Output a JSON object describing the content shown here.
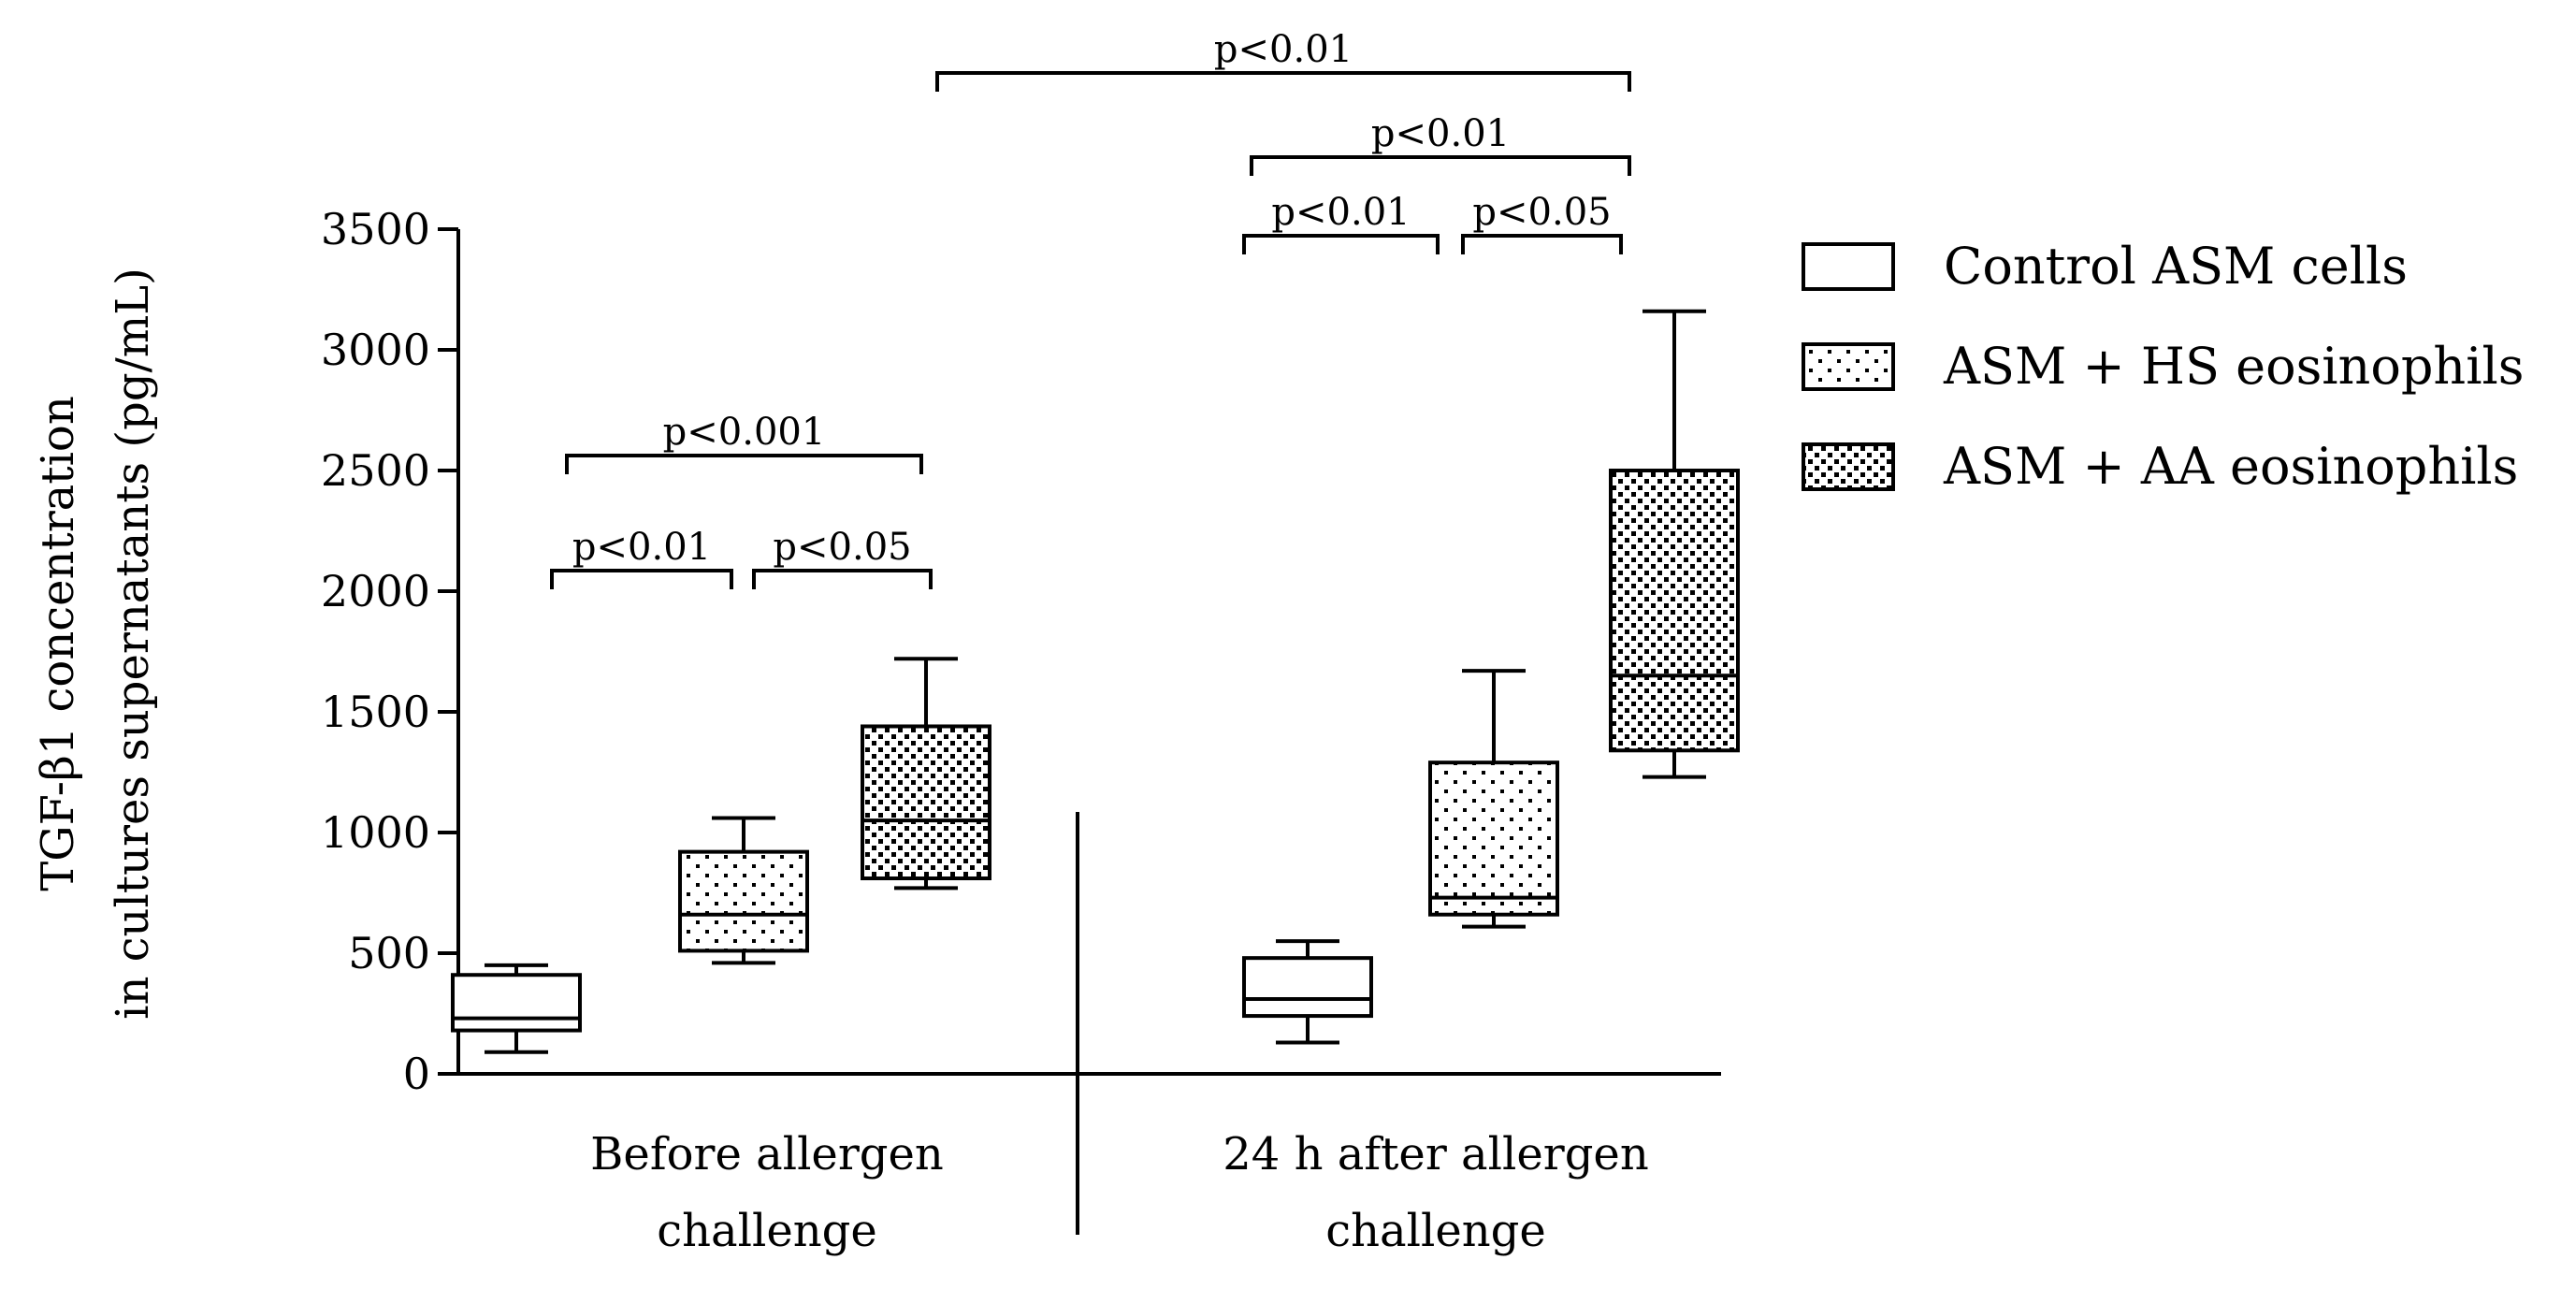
{
  "chart_data": {
    "type": "box",
    "ylabel_lines": [
      "TGF-β1 concentration",
      "in cultures supernatants (pg/mL)"
    ],
    "ylim": [
      0,
      3500
    ],
    "yticks": [
      0,
      500,
      1000,
      1500,
      2000,
      2500,
      3000,
      3500
    ],
    "ytick_labels": [
      "0",
      "500",
      "1000",
      "1500",
      "2000",
      "2500",
      "3000",
      "3500"
    ],
    "categories": [
      {
        "lines": [
          "Before allergen",
          "challenge"
        ]
      },
      {
        "lines": [
          "24 h after allergen",
          "challenge"
        ]
      }
    ],
    "series": [
      {
        "name": "Control ASM cells",
        "pattern": "none"
      },
      {
        "name": "ASM + HS eosinophils",
        "pattern": "sparse-dots"
      },
      {
        "name": "ASM + AA eosinophils",
        "pattern": "dense-dots"
      }
    ],
    "boxes": [
      {
        "category": 0,
        "series": 0,
        "min": 90,
        "q1": 180,
        "median": 230,
        "q3": 410,
        "max": 450
      },
      {
        "category": 0,
        "series": 1,
        "min": 460,
        "q1": 510,
        "median": 660,
        "q3": 920,
        "max": 1060
      },
      {
        "category": 0,
        "series": 2,
        "min": 770,
        "q1": 810,
        "median": 1050,
        "q3": 1440,
        "max": 1720
      },
      {
        "category": 1,
        "series": 0,
        "min": 130,
        "q1": 240,
        "median": 310,
        "q3": 480,
        "max": 550
      },
      {
        "category": 1,
        "series": 1,
        "min": 610,
        "q1": 660,
        "median": 730,
        "q3": 1290,
        "max": 1670
      },
      {
        "category": 1,
        "series": 2,
        "min": 1230,
        "q1": 1340,
        "median": 1650,
        "q3": 2500,
        "max": 3160
      }
    ],
    "significance": [
      {
        "label": "p<0.01",
        "from": {
          "category": 0,
          "series": 0
        },
        "to": {
          "category": 0,
          "series": 1
        }
      },
      {
        "label": "p<0.05",
        "from": {
          "category": 0,
          "series": 1
        },
        "to": {
          "category": 0,
          "series": 2
        }
      },
      {
        "label": "p<0.001",
        "from": {
          "category": 0,
          "series": 0
        },
        "to": {
          "category": 0,
          "series": 2
        }
      },
      {
        "label": "p<0.01",
        "from": {
          "category": 1,
          "series": 0
        },
        "to": {
          "category": 1,
          "series": 1
        }
      },
      {
        "label": "p<0.05",
        "from": {
          "category": 1,
          "series": 1
        },
        "to": {
          "category": 1,
          "series": 2
        }
      },
      {
        "label": "p<0.01",
        "from": {
          "category": 1,
          "series": 0
        },
        "to": {
          "category": 1,
          "series": 2
        }
      },
      {
        "label": "p<0.01",
        "from": {
          "category": 0,
          "series": 2
        },
        "to": {
          "category": 1,
          "series": 2
        }
      }
    ],
    "legend_position": "right",
    "grid": false
  }
}
